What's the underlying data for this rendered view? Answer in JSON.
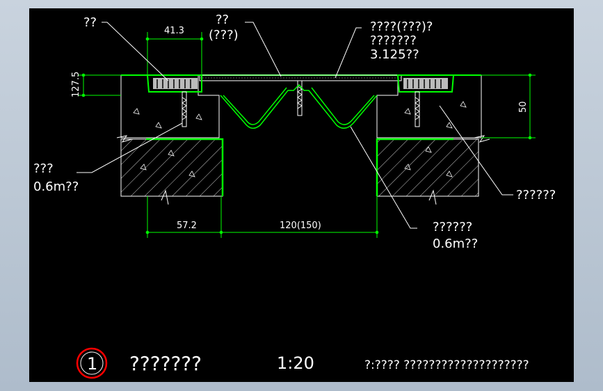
{
  "drawing": {
    "labels": {
      "top_left": "??",
      "top_mid_1": "??",
      "top_mid_2": "(???)",
      "top_right_1": "????(???)?",
      "top_right_2": "???????",
      "top_right_3": "3.125??",
      "left_mid_1": "???",
      "left_mid_2": "0.6m??",
      "right_mid": "??????",
      "bottom_right_1": "??????",
      "bottom_right_2": "0.6m??"
    },
    "dimensions": {
      "d_41_3": "41.3",
      "d_127_5": "127.5",
      "d_50": "50",
      "d_57_2": "57.2",
      "d_120_150": "120(150)"
    },
    "title_block": {
      "number": "1",
      "title": "???????",
      "scale": "1:20",
      "note": "?:???? ????????????????????"
    },
    "colors": {
      "background": "#000000",
      "outline": "#00ff00",
      "concrete": "#ffffff",
      "marker": "#ff0000"
    }
  }
}
